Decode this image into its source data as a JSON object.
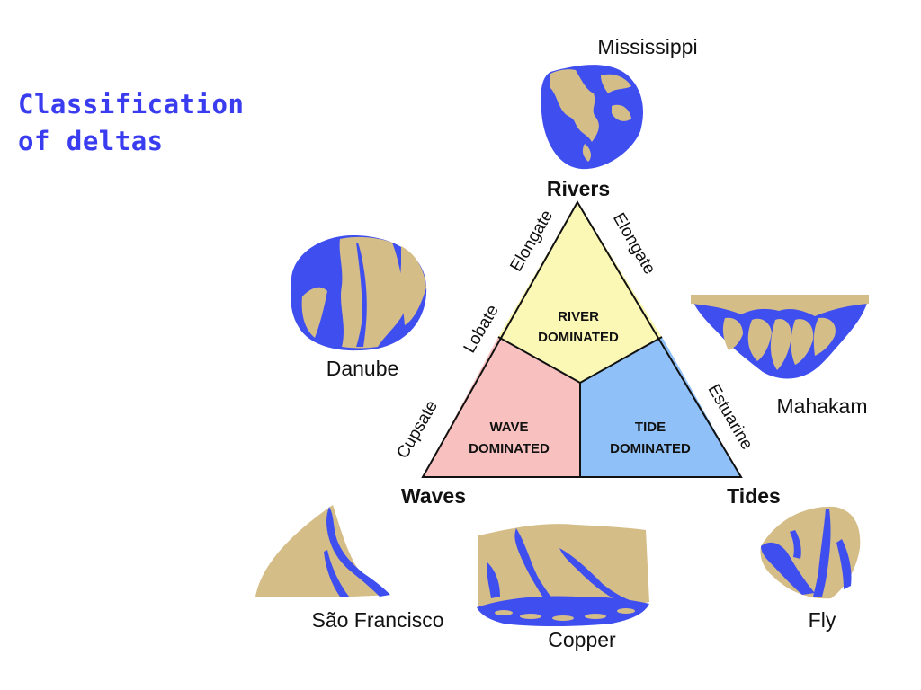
{
  "title": {
    "line1": "Classification",
    "line2": "of deltas"
  },
  "colors": {
    "title": "#3a3cf0",
    "water": "#3f4fef",
    "land": "#d5bd88",
    "river_region": "#fbf8b5",
    "wave_region": "#f8c1bf",
    "tide_region": "#8fc0f7",
    "outline": "#111111"
  },
  "vertices": {
    "top": "Rivers",
    "left": "Waves",
    "right": "Tides"
  },
  "regions": {
    "river": {
      "line1": "RIVER",
      "line2": "DOMINATED"
    },
    "wave": {
      "line1": "WAVE",
      "line2": "DOMINATED"
    },
    "tide": {
      "line1": "TIDE",
      "line2": "DOMINATED"
    }
  },
  "edge_labels": {
    "left_upper": "Elongate",
    "left_middle": "Lobate",
    "left_lower": "Cupsate",
    "right_upper": "Elongate",
    "right_lower": "Estuarine"
  },
  "deltas": {
    "mississippi": "Mississippi",
    "danube": "Danube",
    "mahakam": "Mahakam",
    "sao_francisco": "São Francisco",
    "copper": "Copper",
    "fly": "Fly"
  }
}
